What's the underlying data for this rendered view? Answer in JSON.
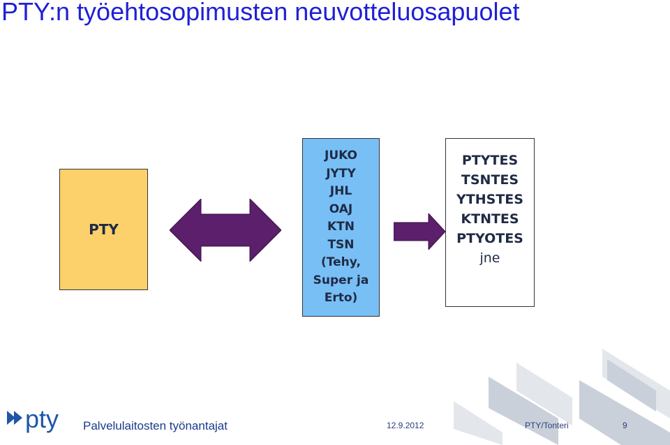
{
  "slide": {
    "title": "PTY:n työehtosopimusten neuvotteluosapuolet"
  },
  "diagram": {
    "employer": "PTY",
    "unions": [
      "JUKO",
      "JYTY",
      "JHL",
      "OAJ",
      "KTN",
      "TSN",
      "(Tehy,",
      "Super ja",
      "Erto)"
    ],
    "agreements": [
      "PTYTES",
      "TSNTES",
      "YTHSTES",
      "KTNTES",
      "PTYOTES",
      "jne"
    ]
  },
  "footer": {
    "logo_text": "pty",
    "org_name": "Palvelulaitosten työnantajat",
    "date": "12.9.2012",
    "author": "PTY/Tonteri",
    "page_number": "9"
  },
  "colors": {
    "title": "#1f1fd6",
    "employer_box": "#fcd16b",
    "unions_box": "#78bff6",
    "arrow": "#5b1f6b",
    "logo": "#1f56a8"
  }
}
